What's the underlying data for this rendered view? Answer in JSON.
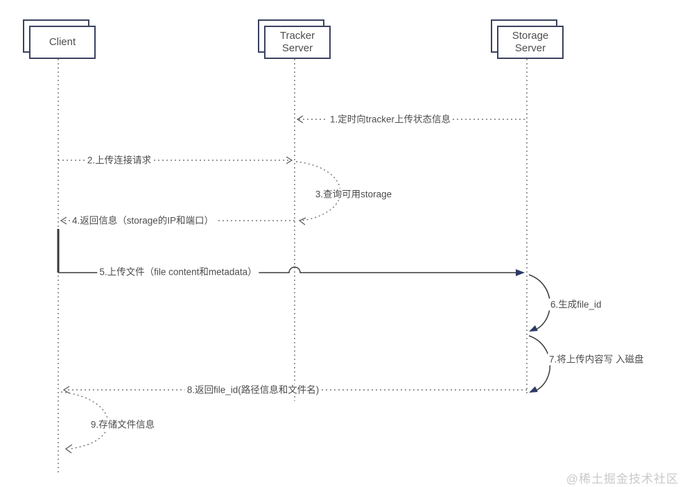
{
  "diagram": {
    "type": "sequence-diagram",
    "actors": [
      {
        "id": "client",
        "lines": [
          "Client"
        ]
      },
      {
        "id": "tracker-server",
        "lines": [
          "Tracker",
          "Server"
        ]
      },
      {
        "id": "storage-server",
        "lines": [
          "Storage",
          "Server"
        ]
      }
    ],
    "messages": [
      {
        "num": "1",
        "label": "1.定时向tracker上传状态信息",
        "from": "storage-server",
        "to": "tracker-server",
        "style": "dotted"
      },
      {
        "num": "2",
        "label": "2.上传连接请求",
        "from": "client",
        "to": "tracker-server",
        "style": "dotted"
      },
      {
        "num": "3",
        "label": "3.查询可用storage",
        "from": "tracker-server",
        "to": "tracker-server",
        "style": "dotted-self-loop"
      },
      {
        "num": "4",
        "label": "4.返回信息（storage的IP和端口）",
        "from": "tracker-server",
        "to": "client",
        "style": "dotted"
      },
      {
        "num": "5",
        "label": "5.上传文件（file content和metadata）",
        "from": "client",
        "to": "storage-server",
        "style": "solid"
      },
      {
        "num": "6",
        "label": "6.生成file_id",
        "from": "storage-server",
        "to": "storage-server",
        "style": "solid-self-loop"
      },
      {
        "num": "7",
        "label": "7.将上传内容写 入磁盘",
        "from": "storage-server",
        "to": "storage-server",
        "style": "solid-self-loop"
      },
      {
        "num": "8",
        "label": "8.返回file_id(路径信息和文件名)",
        "from": "storage-server",
        "to": "client",
        "style": "dotted"
      },
      {
        "num": "9",
        "label": "9.存储文件信息",
        "from": "client",
        "to": "client",
        "style": "dotted-self-loop"
      }
    ],
    "watermark": "@稀土掘金技术社区",
    "colors": {
      "background": "#ffffff",
      "box_border": "#3a4160",
      "dotted_line": "#595959",
      "solid_line": "#3c3c3c",
      "arrow_fill": "#2c3a64",
      "text": "#4d4d4d",
      "watermark": "#c9c9c9"
    }
  }
}
